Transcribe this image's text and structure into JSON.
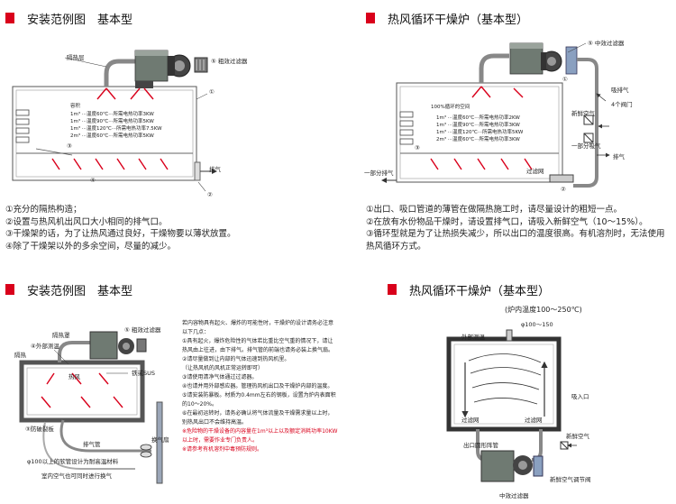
{
  "sections": {
    "tl_title": "安装范例图　基本型",
    "tr_title": "热风循环干燥炉（基本型）",
    "bl_title": "安装范例图　基本型",
    "br_title": "热风循环干燥炉（基本型）"
  },
  "tl": {
    "filter": "⑤ 粗效过滤器",
    "insulation": "隔热层",
    "marker1": "①",
    "volume_head": "容积",
    "specs": [
      "1m³ ···温度60℃···所需电热功率3KW",
      "1m³ ···温度90℃···所需电热功率5KW",
      "1m³ ···温度120℃···所需电热功率7.5KW",
      "2m³ ···温度60℃···所需电热功率5KW"
    ],
    "marker3": "③",
    "marker4": "④",
    "exhaust": "排气",
    "marker2": "②",
    "notes": [
      "①充分的隔热构造；",
      "②设置与热风机出风口大小相同的排气口。",
      "③干燥架的话，为了让热风通过良好，干燥物要以薄状放置。",
      "④除了干燥架以外的多余空间，尽量的减少。"
    ]
  },
  "tr": {
    "filter": "⑤ 中效过滤器",
    "recirc": "100%循环的空间",
    "specs": [
      "1m³ ···温度60℃···所需电热功率2KW",
      "1m³ ···温度90℃···所需电热功率3KW",
      "1m³ ···温度120℃···所需电热功率5KW",
      "2m³ ···温度60℃···所需电热功率3KW"
    ],
    "marker1": "①",
    "marker2": "②",
    "marker3": "③",
    "exhaust_top": "排气",
    "valves": "4个阀门",
    "intake": "吸排气",
    "fresh_air": "新鲜空气",
    "partial_intake": "一部分吸气",
    "partial_exhaust": "一部分排气",
    "filter_net": "过滤网",
    "notes": [
      "①出口、吸口管道的薄管在做隔热施工时，请尽量设计的粗短一点。",
      "②在放有水份物品干燥时，请设置排气口，请吸入新鲜空气（10〜15%）。",
      "③循环型就是为了让热损失减少，所以出口的温度很高。有机溶剂时，无法使用",
      "热风循环方式。"
    ]
  },
  "bl": {
    "filter": "⑤ 粗效过滤器",
    "hood": "隔热罩",
    "outer_temp": "④外部测温",
    "insulation": "隔热",
    "sus": "铁或SUS",
    "hot_air": "热风",
    "blast_plate": "③防破裂板",
    "exhaust_pipe": "排气管",
    "exhaust_fan": "换气扇",
    "pipe_note": "φ100以上的软管设计为耐高温材料",
    "room_note": "室内空气也可同时进行换气"
  },
  "mid_notes": [
    "若内容物具有起火、爆炸的可能性时，干燥炉的设计请务必注意",
    "以下几点：",
    "①具有起火，爆炸危险性的气体若比重比空气重的情况下，请让",
    "热风由上往进，由下排气。排气管的前端也请务必装上换气扇。",
    "②请尽量做到让内部的气体迅速到热风机里。",
    "（让热风机的风机正常运转即可）",
    "③请使用清净气体通过过滤器。",
    "④也请并用外部感应器。管理热风机出口及干燥炉内部的温度。",
    "⑤请安装防暴板。材质为0.4mm左右的钢板，设置为炉内表面积",
    "的10〜20%。",
    "⑥在最初运转时，请务必确认将气体流量及干燥需求量以上时，",
    "别热风出口不会维持高温。",
    "※危险物的干燥设备的内容量在1m³以上以及额定消耗功率10KW",
    "以上时，需要作业专门负责人。",
    "※请参考有机溶剂中毒预防规则。"
  ],
  "br": {
    "temp_range": "(炉内温度100〜250℃)",
    "pipe_size": "φ100〜150",
    "outer_temp": "外部测温",
    "filter_net_left": "过滤网",
    "filter_net_right": "过滤网",
    "suction": "吸入口",
    "outlet_branch": "出口圆形阵管",
    "fresh_air": "新鲜空气",
    "fresh_air_valve": "新鲜空气调节阀",
    "medium_filter": "中效过滤器"
  }
}
